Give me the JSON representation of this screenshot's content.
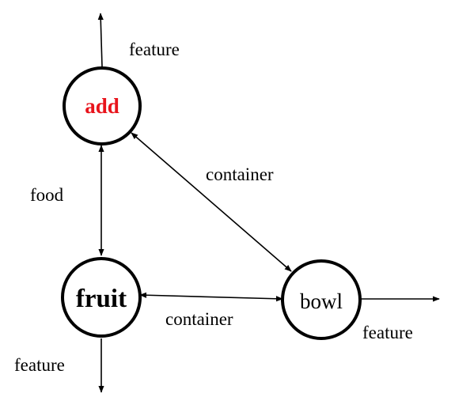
{
  "nodes": {
    "add": {
      "label": "add",
      "color": "#e8141c"
    },
    "fruit": {
      "label": "fruit",
      "color": "#000000"
    },
    "bowl": {
      "label": "bowl",
      "color": "#000000"
    }
  },
  "edges": {
    "add_feature": {
      "label": "feature"
    },
    "add_fruit": {
      "label": "food"
    },
    "add_bowl": {
      "label": "container"
    },
    "fruit_bowl": {
      "label": "container"
    },
    "fruit_feature": {
      "label": "feature"
    },
    "bowl_feature": {
      "label": "feature"
    }
  }
}
